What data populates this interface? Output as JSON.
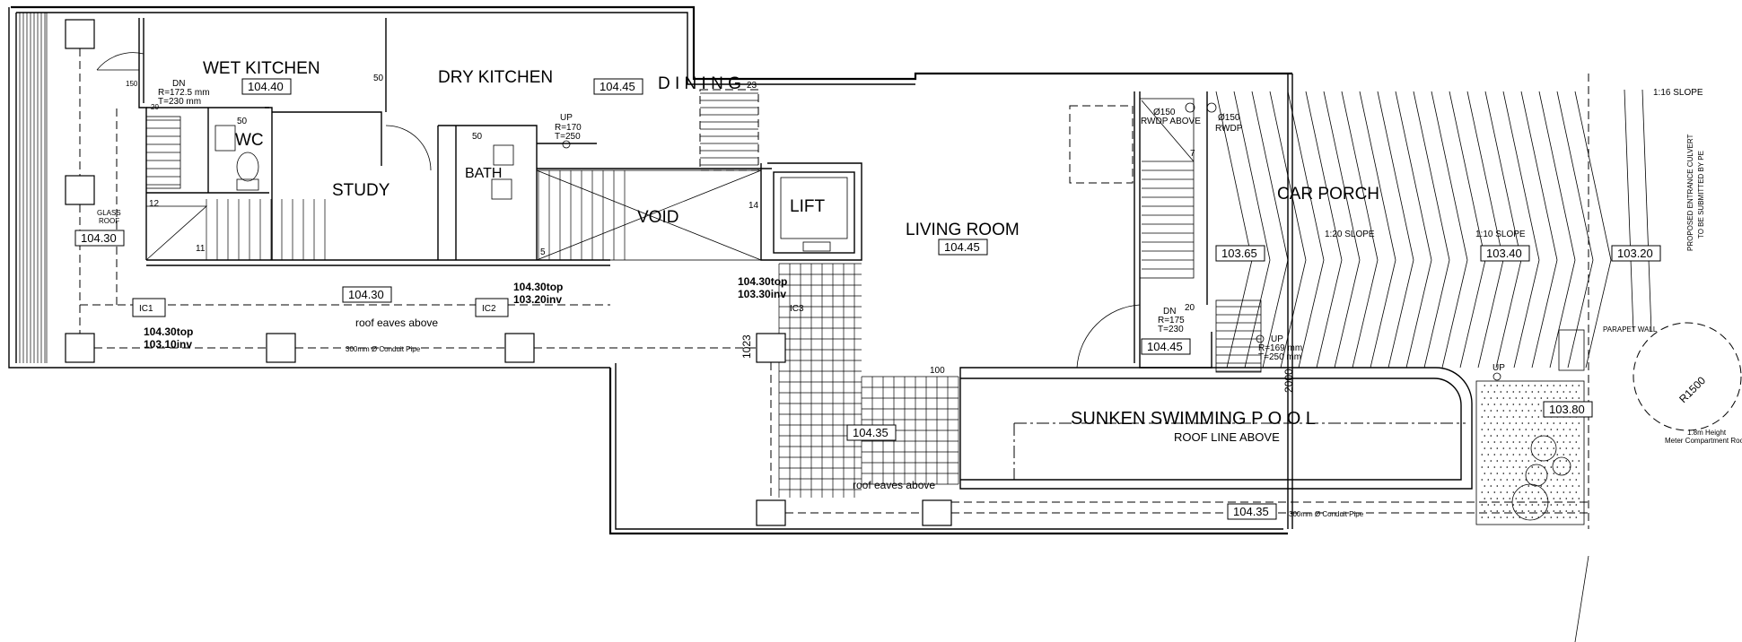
{
  "rooms": {
    "wet_kitchen": "WET KITCHEN",
    "dry_kitchen": "DRY KITCHEN",
    "dining": "D I N I N G",
    "wc": "WC",
    "study": "STUDY",
    "bath": "BATH",
    "lift": "LIFT",
    "void": "VOID",
    "living_room": "LIVING ROOM",
    "car_porch": "CAR PORCH",
    "sunken_pool": "SUNKEN SWIMMING P O O L",
    "roof_line_above": "ROOF LINE ABOVE"
  },
  "levels": {
    "wet_kitchen": "104.40",
    "dining": "104.45",
    "left_corridor": "104.30",
    "rear_yard": "104.30",
    "living_room": "104.45",
    "car_porch_a": "103.65",
    "car_porch_b": "103.40",
    "car_porch_c": "103.20",
    "stair_landing": "104.45",
    "garden": "103.80",
    "pool_deck": "104.35",
    "front_strip": "104.35"
  },
  "stairs": {
    "kitchen_dn_label": "DN",
    "kitchen_dn_r": "R=172.5 mm",
    "kitchen_dn_t": "T=230 mm",
    "void_up_label": "UP",
    "void_up_r": "R=170",
    "void_up_t": "T=250",
    "porch_dn_label": "DN",
    "porch_dn_r": "R=175",
    "porch_dn_t": "T=230",
    "porch_up_label": "UP",
    "porch_up_r": "R=169 mm",
    "porch_up_t": "T=250 mm",
    "garden_up_label": "UP"
  },
  "annotations": {
    "dim_150": "150",
    "dim_20": "20",
    "dim_50_wc": "50",
    "dim_50_dry": "50",
    "dim_50_bath": "50",
    "step_12": "12",
    "step_11": "11",
    "step_23": "23",
    "step_14": "14",
    "step_5": "5",
    "step_7": "7",
    "step_20": "20",
    "dim_100": "100",
    "dim_1023": "1023",
    "dim_2000": "2000",
    "glass_roof_1": "GLASS",
    "glass_roof_2": "ROOF",
    "ic1": "IC1",
    "ic2": "IC2",
    "ic3": "IC3",
    "ic1_top": "104.30top",
    "ic1_inv": "103.10inv",
    "ic2_top": "104.30top",
    "ic2_inv": "103.20inv",
    "ic3_top": "104.30top",
    "ic3_inv": "103.30inv",
    "roof_eaves_above_1": "roof eaves above",
    "roof_eaves_above_2": "roof eaves above",
    "conduit_1": "300mm Ø Conduit Pipe",
    "conduit_2": "300mm Ø Conduit Pipe",
    "rwdp_above_1": "Ø150",
    "rwdp_above_2": "RWDP ABOVE",
    "rwdp_1": "Ø150",
    "rwdp_2": "RWDP",
    "slope_1_20": "1:20 SLOPE",
    "slope_1_10": "1:10 SLOPE",
    "slope_1_16": "1:16 SLOPE",
    "culvert_1": "PROPOSED ENTRANCE CULVERT",
    "culvert_2": "TO BE SUBMITTED BY PE",
    "parapet_wall": "PARAPET WALL",
    "radius": "R1500",
    "meter_room_1": "1.8m Height",
    "meter_room_2": "Meter Compartment Room"
  },
  "colors": {
    "line": "#000000",
    "background": "#ffffff"
  }
}
